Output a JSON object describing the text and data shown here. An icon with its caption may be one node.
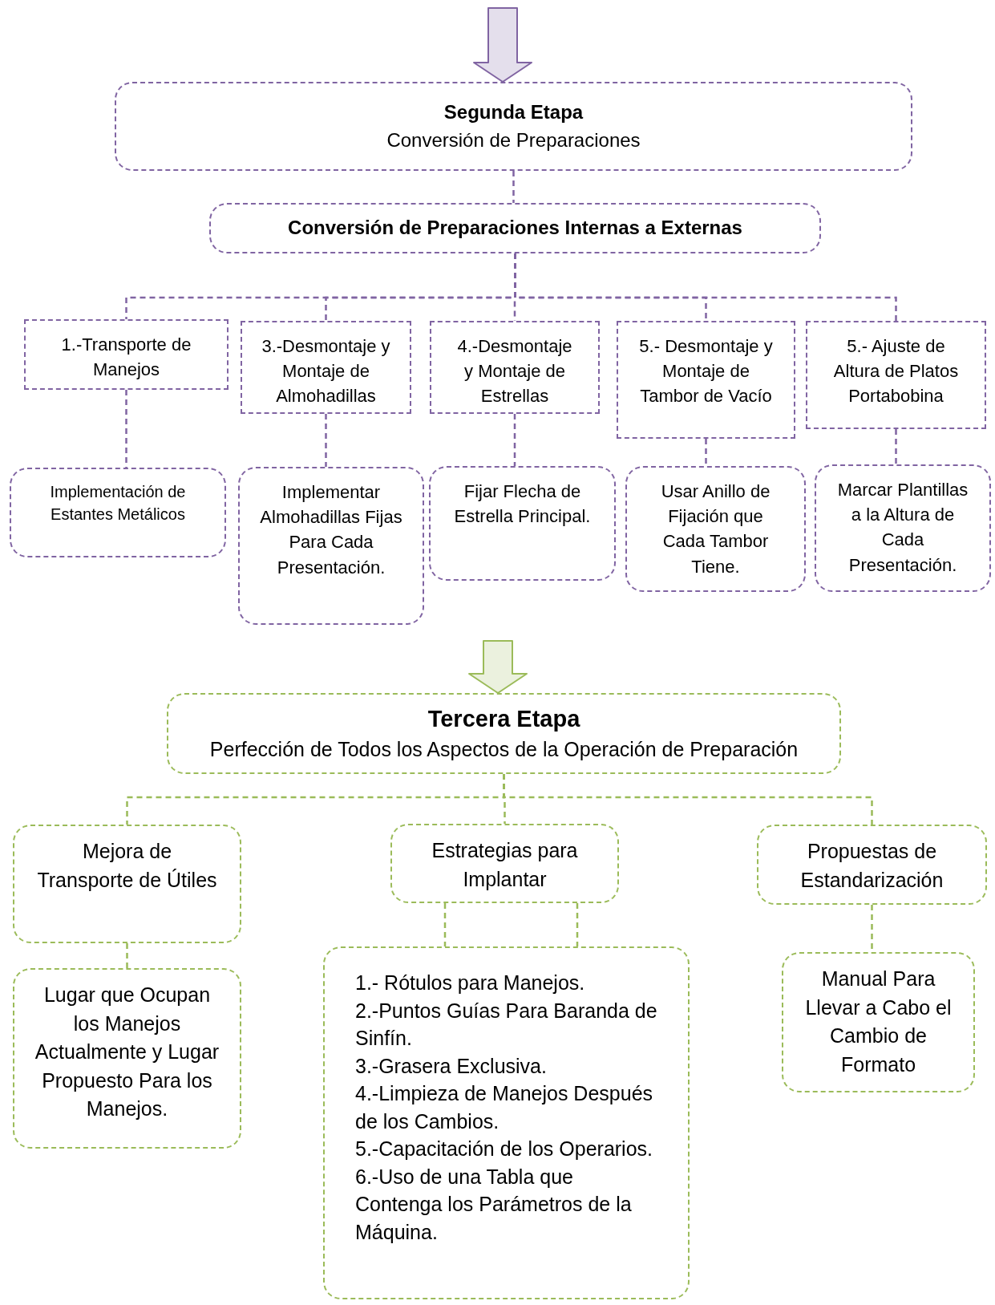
{
  "diagram": {
    "nodes": [
      {
        "text": [
          "Segunda Etapa",
          "Conversión de Preparaciones"
        ]
      },
      {
        "text": [
          "Conversión de Preparaciones Internas a Externas"
        ]
      },
      {
        "text": [
          "1.-Transporte de Manejos"
        ]
      },
      {
        "text": [
          "3.-Desmontaje y Montaje de Almohadillas"
        ]
      },
      {
        "text": [
          "4.-Desmontaje y Montaje de Estrellas"
        ]
      },
      {
        "text": [
          "5.- Desmontaje y Montaje de Tambor de Vacío"
        ]
      },
      {
        "text": [
          "5.- Ajuste de Altura de Platos Portabobina"
        ]
      },
      {
        "text": [
          "Implementación de Estantes Metálicos"
        ]
      },
      {
        "text": [
          "Implementar Almohadillas Fijas Para Cada Presentación."
        ]
      },
      {
        "text": [
          "Fijar Flecha de Estrella Principal."
        ]
      },
      {
        "text": [
          "Usar Anillo de Fijación que Cada Tambor Tiene."
        ]
      },
      {
        "text": [
          "Marcar Plantillas a la Altura de Cada Presentación."
        ]
      },
      {
        "text": [
          "Tercera Etapa",
          "Perfección de Todos los Aspectos de la Operación de Preparación"
        ]
      },
      {
        "text": [
          "Mejora de Transporte de Útiles"
        ]
      },
      {
        "text": [
          "Estrategias para Implantar"
        ]
      },
      {
        "text": [
          "Propuestas de Estandarización"
        ]
      },
      {
        "text": [
          "Lugar que Ocupan los Manejos Actualmente y Lugar Propuesto Para los Manejos."
        ]
      },
      {
        "text": [
          "1.- Rótulos para Manejos.",
          "2.-Puntos Guías Para Baranda de Sinfín.",
          "3.-Grasera Exclusiva.",
          "4.-Limpieza de Manejos Después de los Cambios.",
          "5.-Capacitación de los Operarios.",
          "6.-Uso de una Tabla que Contenga los Parámetros de la Máquina."
        ]
      },
      {
        "text": [
          "Manual Para Llevar a Cabo el Cambio de Formato"
        ]
      }
    ],
    "edges": [
      {
        "from": null,
        "to": 0,
        "arrow": "to",
        "style": "thick",
        "color": "#8064a2"
      },
      {
        "from": 0,
        "to": 1,
        "arrow": "none",
        "color": "#8064a2"
      },
      {
        "from": 1,
        "to": 2,
        "arrow": "none",
        "color": "#8064a2"
      },
      {
        "from": 1,
        "to": 3,
        "arrow": "none",
        "color": "#8064a2"
      },
      {
        "from": 1,
        "to": 4,
        "arrow": "none",
        "color": "#8064a2"
      },
      {
        "from": 1,
        "to": 5,
        "arrow": "none",
        "color": "#8064a2"
      },
      {
        "from": 1,
        "to": 6,
        "arrow": "none",
        "color": "#8064a2"
      },
      {
        "from": 2,
        "to": 7,
        "arrow": "none",
        "color": "#8064a2"
      },
      {
        "from": 3,
        "to": 8,
        "arrow": "none",
        "color": "#8064a2"
      },
      {
        "from": 4,
        "to": 9,
        "arrow": "none",
        "color": "#8064a2"
      },
      {
        "from": 5,
        "to": 10,
        "arrow": "none",
        "color": "#8064a2"
      },
      {
        "from": 6,
        "to": 11,
        "arrow": "none",
        "color": "#8064a2"
      },
      {
        "from": null,
        "to": 12,
        "arrow": "to",
        "style": "thick",
        "color": "#9bbb59"
      },
      {
        "from": 12,
        "to": 13,
        "arrow": "none",
        "color": "#9bbb59"
      },
      {
        "from": 12,
        "to": 14,
        "arrow": "none",
        "color": "#9bbb59"
      },
      {
        "from": 12,
        "to": 15,
        "arrow": "none",
        "color": "#9bbb59"
      },
      {
        "from": 13,
        "to": 16,
        "arrow": "none",
        "color": "#9bbb59"
      },
      {
        "from": 14,
        "to": 17,
        "arrow": "none",
        "color": "#9bbb59"
      },
      {
        "from": 14,
        "to": 17,
        "arrow": "none",
        "color": "#9bbb59"
      },
      {
        "from": 15,
        "to": 18,
        "arrow": "none",
        "color": "#9bbb59"
      }
    ]
  }
}
